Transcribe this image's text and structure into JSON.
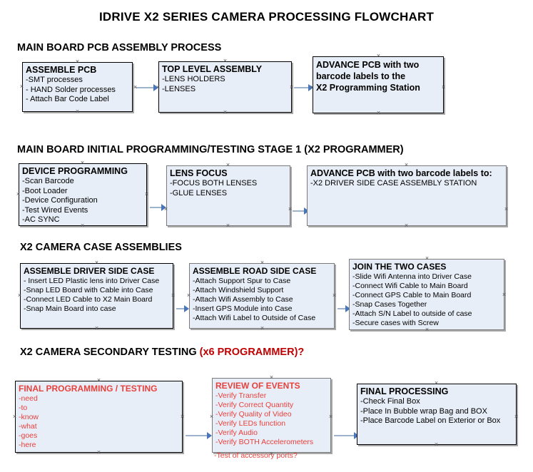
{
  "document": {
    "title": "IDRIVE X2  SERIES CAMERA PROCESSING FLOWCHART"
  },
  "colors": {
    "box_fill": "#e8eef7",
    "box_border": "#000000",
    "box_shadow": "#a8a8a8",
    "connector_line": "#9db4cc",
    "arrow_head": "#4a76b8",
    "red_text": "#e8413c",
    "heading_red": "#c00000"
  },
  "sections": [
    {
      "id": "main-board-pcb-assembly",
      "heading": "MAIN BOARD PCB ASSEMBLY PROCESS",
      "heading_red_suffix": "",
      "nodes": [
        {
          "id": "assemble-pcb",
          "title": "ASSEMBLE PCB",
          "lines": [
            "-SMT processes",
            "- HAND Solder processes",
            "- Attach Bar Code Label"
          ]
        },
        {
          "id": "top-level-assembly",
          "title": "TOP LEVEL ASSEMBLY",
          "lines": [
            "-LENS HOLDERS",
            "-LENSES"
          ]
        },
        {
          "id": "advance-pcb-programming-station",
          "title": "",
          "lines": [
            "ADVANCE PCB with two",
            "barcode labels to the",
            " X2 Programming Station"
          ]
        }
      ]
    },
    {
      "id": "main-board-initial-programming",
      "heading": "MAIN BOARD INITIAL PROGRAMMING/TESTING STAGE 1 (X2 PROGRAMMER)",
      "heading_red_suffix": "",
      "nodes": [
        {
          "id": "device-programming",
          "title": "DEVICE PROGRAMMING",
          "lines": [
            "-Scan Barcode",
            "-Boot Loader",
            "-Device Configuration",
            "-Test Wired Events",
            "-AC SYNC"
          ]
        },
        {
          "id": "lens-focus",
          "title": "LENS FOCUS",
          "lines": [
            "-FOCUS BOTH LENSES",
            "-GLUE LENSES"
          ]
        },
        {
          "id": "advance-pcb-driver-side-station",
          "title": "ADVANCE PCB with two barcode labels to:",
          "lines": [
            "-X2 DRIVER  SIDE  CASE  ASSEMBLY STATION"
          ]
        }
      ]
    },
    {
      "id": "x2-camera-case-assemblies",
      "heading": "X2 CAMERA CASE ASSEMBLIES",
      "heading_red_suffix": "",
      "nodes": [
        {
          "id": "assemble-driver-side-case",
          "title": "ASSEMBLE DRIVER SIDE CASE",
          "lines": [
            "- Insert LED Plastic lens into Driver Case",
            "-Snap LED Board with Cable into Case",
            "-Connect LED Cable to X2 Main Board",
            "-Snap Main Board into case"
          ]
        },
        {
          "id": "assemble-road-side-case",
          "title": "ASSEMBLE ROAD SIDE CASE",
          "lines": [
            "-Attach Support Spur to Case",
            "-Attach Windshield Support",
            "-Attach Wifi Assembly to Case",
            "-Insert GPS Module into Case",
            "-Attach Wifi Label to Outside of Case"
          ]
        },
        {
          "id": "join-the-two-cases",
          "title": "JOIN THE TWO CASES",
          "lines": [
            "-Slide Wifi Antenna into Driver Case",
            "-Connect Wifi Cable to Main Board",
            "-Connect GPS Cable to Main Board",
            "-Snap Cases Together",
            "-Attach S/N Label to outside of case",
            "-Secure cases with Screw"
          ]
        }
      ]
    },
    {
      "id": "x2-camera-secondary-testing",
      "heading": "X2 CAMERA SECONDARY TESTING ",
      "heading_red_suffix": "(x6 PROGRAMMER)?",
      "nodes": [
        {
          "id": "final-programming-testing",
          "title": "FINAL PROGRAMMING / TESTING",
          "lines": [
            "-need",
            "-to",
            "-know",
            "-what",
            "-goes",
            "-here"
          ]
        },
        {
          "id": "review-of-events",
          "title": "REVIEW OF EVENTS",
          "lines": [
            "-Verify Transfer",
            "-Verify Correct Quantity",
            "-Verify Quality of Video",
            "-Verify LEDs function",
            "-Verify Audio",
            "-Verify BOTH Accelerometers"
          ],
          "overflow_line": "-Test of accessory ports?"
        },
        {
          "id": "final-processing",
          "title": "FINAL PROCESSING",
          "lines": [
            " -Check Final Box",
            "-Place In Bubble wrap Bag and BOX",
            "-Place Barcode Label on Exterior or Box"
          ]
        }
      ]
    }
  ]
}
